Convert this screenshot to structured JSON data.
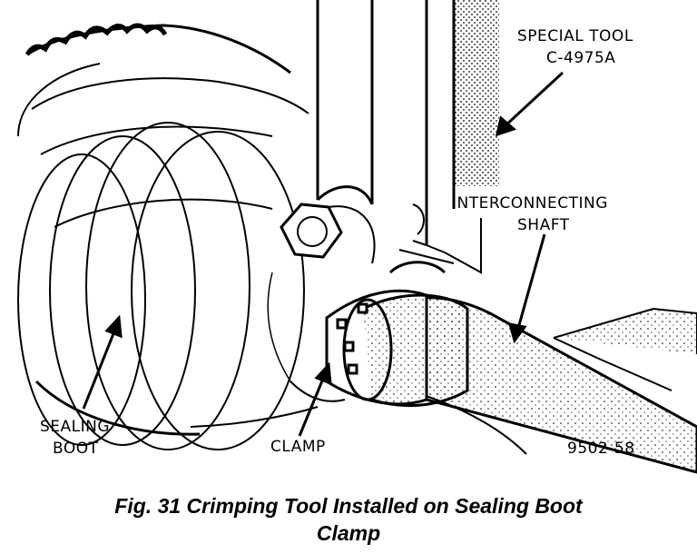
{
  "labels": {
    "special_tool_line1": "SPECIAL TOOL",
    "special_tool_line2": "C-4975A",
    "shaft_line1": "INTERCONNECTING",
    "shaft_line2": "SHAFT",
    "boot_line1": "SEALING",
    "boot_line2": "BOOT",
    "clamp": "CLAMP",
    "figure_number": "9502-58"
  },
  "caption": {
    "line1": "Fig. 31 Crimping Tool Installed on Sealing Boot",
    "line2": "Clamp"
  },
  "colors": {
    "ink": "#000000",
    "paper": "#ffffff"
  }
}
